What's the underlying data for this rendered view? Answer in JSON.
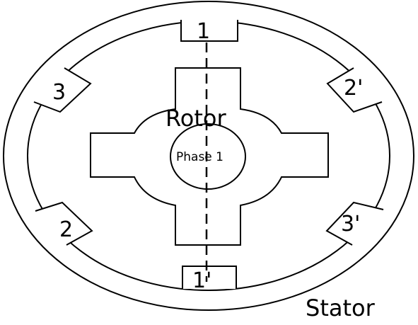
{
  "stator": {
    "label": "Stator",
    "poles": [
      {
        "id": "pole-1",
        "label": "1"
      },
      {
        "id": "pole-1-prime",
        "label": "1'"
      },
      {
        "id": "pole-2",
        "label": "2"
      },
      {
        "id": "pole-2-prime",
        "label": "2'"
      },
      {
        "id": "pole-3",
        "label": "3"
      },
      {
        "id": "pole-3-prime",
        "label": "3'"
      }
    ]
  },
  "rotor": {
    "label": "Rotor",
    "center_label": "Phase 1"
  }
}
